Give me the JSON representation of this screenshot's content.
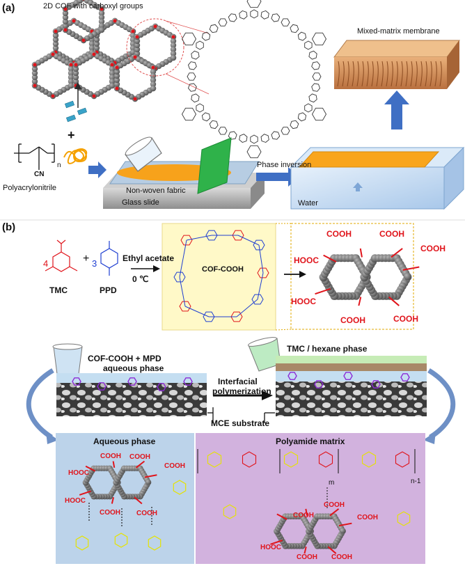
{
  "panel_a": {
    "label": "(a)",
    "cof_title": "2D COF with carboxyl groups",
    "polymer_name": "Polyacrylonitrile",
    "polymer_n": "n",
    "polymer_cn": "CN",
    "plus": "+",
    "fabric_label": "Non-woven fabric",
    "glass_label": "Glass slide",
    "phase_inversion": "Phase inversion",
    "water_label": "Water",
    "membrane_label": "Mixed-matrix membrane"
  },
  "panel_b": {
    "label": "(b)",
    "tmc_coef": "4",
    "ppd_coef": "3",
    "plus": "+",
    "tmc_label": "TMC",
    "ppd_label": "PPD",
    "solvent": "Ethyl acetate",
    "temperature": "0 ℃",
    "product_label": "COF-COOH",
    "cooh": "COOH",
    "hooc": "HOOC",
    "aqueous_label_1": "COF-COOH + MPD",
    "aqueous_label_2": "aqueous phase",
    "organic_label": "TMC / hexane phase",
    "interfacial_1": "Interfacial",
    "interfacial_2": "polymerization",
    "substrate_label": "MCE substrate",
    "aqueous_box_title": "Aqueous phase",
    "polyamide_box_title": "Polyamide matrix",
    "sub_m": "m",
    "sub_n1": "n-1"
  },
  "colors": {
    "red": "#e0141b",
    "blue": "#1f3fd1",
    "arrow_blue": "#3f6fc4",
    "yellow_box": "#fff9c8",
    "aqueous_box": "#bcd3ea",
    "polyamide_box": "#d2b2de",
    "molecule_yellow": "#e6e300",
    "cof_gray": "#7a7a7a"
  }
}
